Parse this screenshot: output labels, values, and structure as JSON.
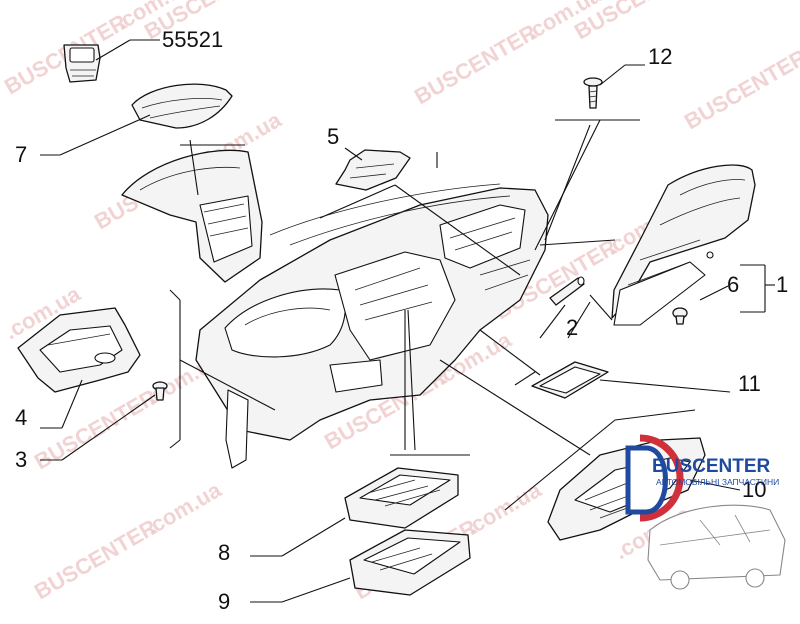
{
  "callouts": {
    "c55521": "55521",
    "c12": "12",
    "c7": "7",
    "c5": "5",
    "c6": "6",
    "c1": "1",
    "c2": "2",
    "c4": "4",
    "c3": "3",
    "c11": "11",
    "c10": "10",
    "c8": "8",
    "c9": "9"
  },
  "watermark": {
    "brand": "BUSCENTER",
    "domain": ".com.ua"
  },
  "logo": {
    "name": "BUSCENTER",
    "tagline": "АВТОМОБІЛЬНІ ЗАПЧАСТИНИ"
  },
  "colors": {
    "watermark": "#e8b0b0",
    "logo_blue": "#1f4aa0",
    "logo_red": "#d0303a"
  }
}
